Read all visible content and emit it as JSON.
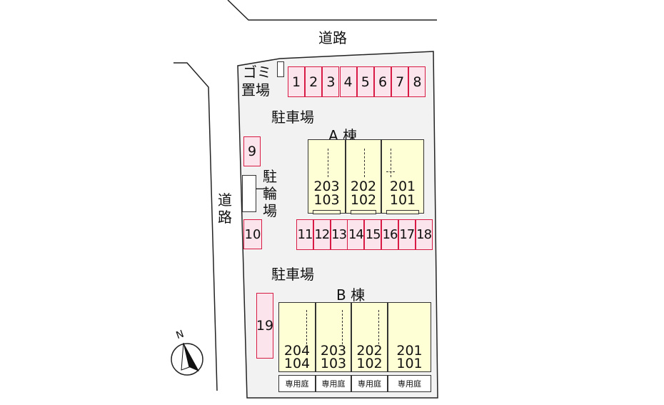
{
  "road_top": "道路",
  "road_left": "道路",
  "gomi": [
    "ゴミ",
    "置場"
  ],
  "parking_label_top": "駐車場",
  "parking_label_bottom": "駐車場",
  "bicycle_label": "駐輪場",
  "building_a": {
    "name": "A 棟",
    "units": [
      {
        "upper": "203",
        "lower": "103"
      },
      {
        "upper": "202",
        "lower": "102"
      },
      {
        "upper": "201",
        "lower": "101"
      }
    ]
  },
  "building_b": {
    "name": "B 棟",
    "units": [
      {
        "upper": "204",
        "lower": "104"
      },
      {
        "upper": "203",
        "lower": "103"
      },
      {
        "upper": "202",
        "lower": "102"
      },
      {
        "upper": "201",
        "lower": "101"
      }
    ],
    "garden_label": "専用庭"
  },
  "parking_top_row": [
    "1",
    "2",
    "3",
    "4",
    "5",
    "6",
    "7",
    "8"
  ],
  "parking_9": "9",
  "parking_10": "10",
  "parking_mid_row": [
    "11",
    "12",
    "13",
    "14",
    "15",
    "16",
    "17",
    "18"
  ],
  "parking_19": "19",
  "compass": "N",
  "colors": {
    "parking_fill": "#fce4ec",
    "parking_border": "#d81b45",
    "building_fill": "#ffffd6",
    "lot_fill": "#f2f2f2"
  }
}
